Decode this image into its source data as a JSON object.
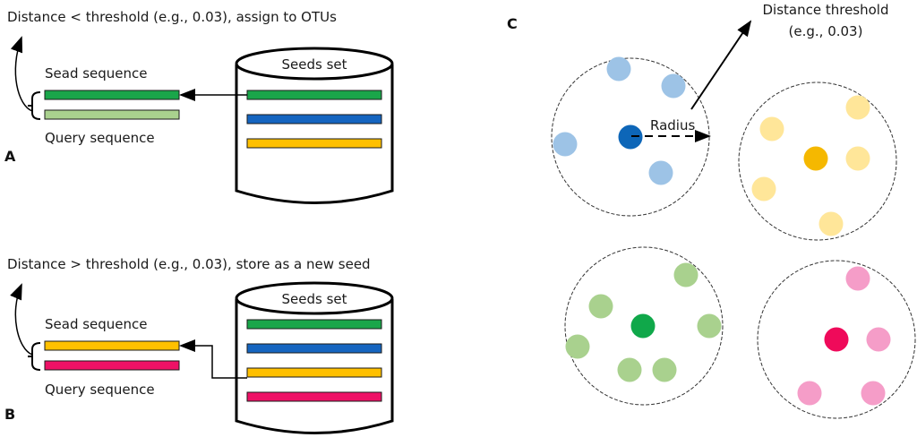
{
  "panels": {
    "A": {
      "label": "A",
      "title": "Distance < threshold (e.g., 0.03), assign to OTUs",
      "seed_label": "Sead sequence",
      "query_label": "Query sequence",
      "seed_color": "#1aa64a",
      "query_color": "#a9d18e",
      "db_label": "Seeds set",
      "db_bars": [
        "#1aa64a",
        "#1565c0",
        "#ffc000"
      ],
      "matched_bar_index": 0
    },
    "B": {
      "label": "B",
      "title": "Distance > threshold (e.g., 0.03), store as a new seed",
      "seed_label": "Sead sequence",
      "query_label": "Query sequence",
      "seed_color": "#ffc000",
      "query_color": "#ee1166",
      "db_label": "Seeds set",
      "db_bars": [
        "#1aa64a",
        "#1565c0",
        "#ffc000",
        "#ee1166"
      ],
      "matched_bar_index": 2
    },
    "C": {
      "label": "C",
      "threshold_label_line1": "Distance threshold",
      "threshold_label_line2": "(e.g., 0.03)",
      "radius_label": "Radius",
      "clusters": [
        {
          "name": "blue",
          "center_color": "#0d66b8",
          "member_color": "#9dc3e6",
          "member_count": 4
        },
        {
          "name": "yellow",
          "center_color": "#f5b800",
          "member_color": "#ffe699",
          "member_count": 5
        },
        {
          "name": "green",
          "center_color": "#10a84a",
          "member_color": "#a9d18e",
          "member_count": 6
        },
        {
          "name": "pink",
          "center_color": "#ef0a5a",
          "member_color": "#f59dc8",
          "member_count": 4
        }
      ]
    }
  }
}
